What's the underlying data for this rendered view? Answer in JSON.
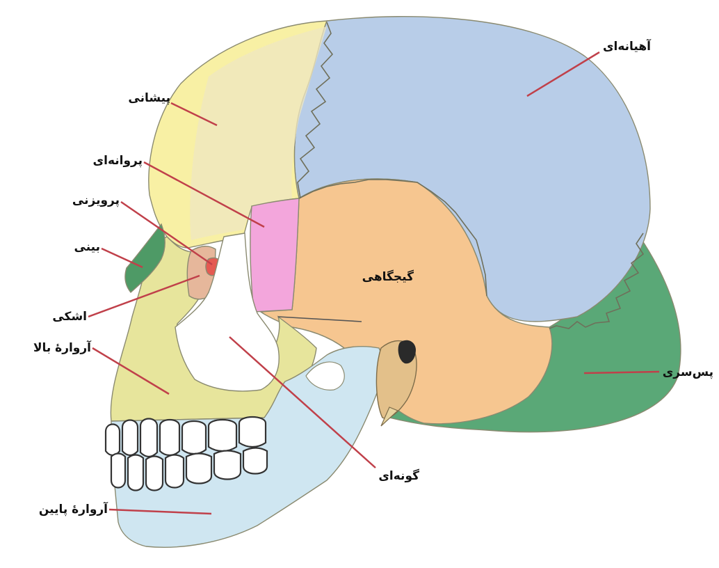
{
  "diagram": {
    "subject": "skull-lateral-view",
    "colors": {
      "parietal": "#b8cde8",
      "frontal": "#f8f0a4",
      "sphenoid": "#f3a6dc",
      "temporal": "#f6c690",
      "occipital": "#5aa877",
      "zygomatic": "#ffffff",
      "mandible": "#cfe6f1",
      "maxilla": "#e7e59c",
      "nasal": "#4e9a66",
      "lacrimal": "#e6b79b",
      "ethmoid": "#e45a52",
      "leader": "#c0404a"
    },
    "labels": {
      "parietal": "آهیانەای",
      "frontal": "پیشانی",
      "sphenoid": "پروانەای",
      "ethmoid": "پرویزنی",
      "nasal": "بینی",
      "temporal": "گیجگاهی",
      "lacrimal": "اشکی",
      "maxilla": "آروارۀ بالا",
      "occipital": "پس‌سری",
      "zygomatic": "گونەای",
      "mandible": "آروارۀ پایین"
    }
  }
}
